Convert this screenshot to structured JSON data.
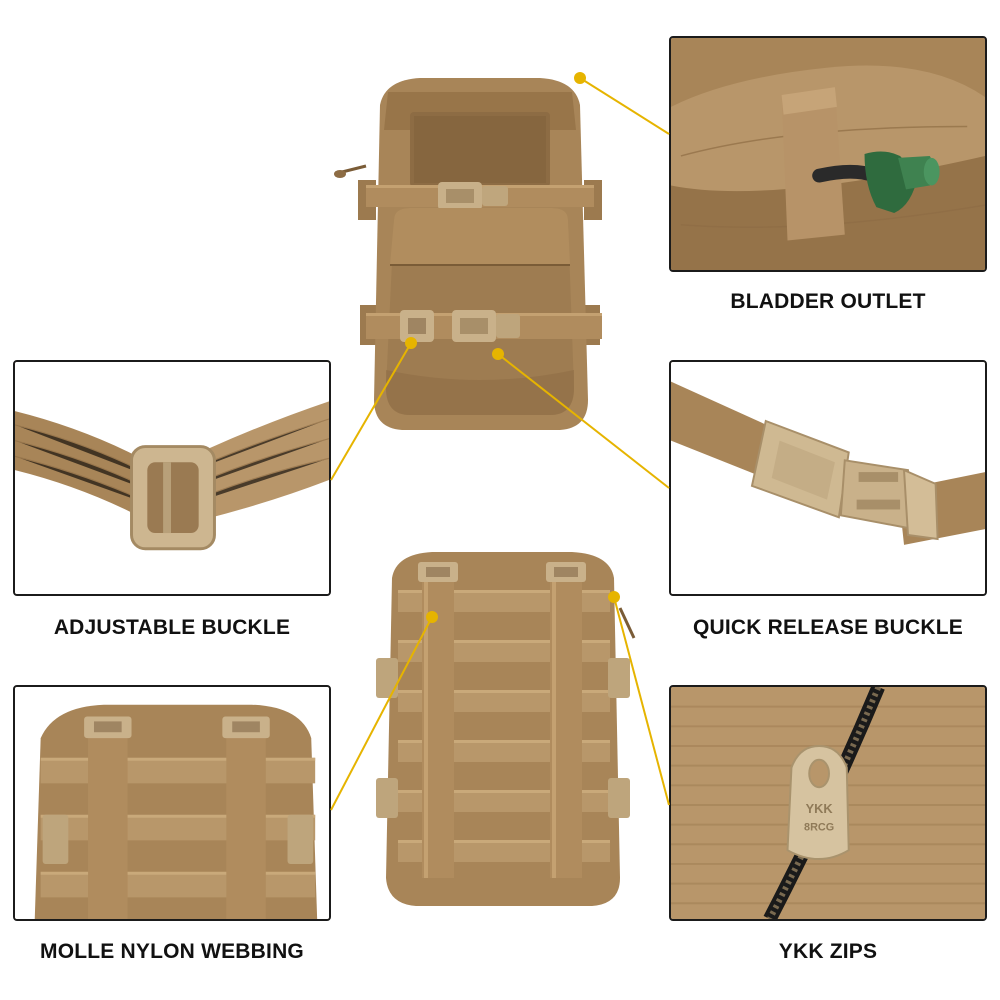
{
  "features": {
    "bladder_outlet": "BLADDER OUTLET",
    "adjustable_buckle": "ADJUSTABLE BUCKLE",
    "quick_release_buckle": "QUICK RELEASE BUCKLE",
    "molle_webbing": "MOLLE NYLON WEBBING",
    "ykk_zips": "YKK ZIPS"
  },
  "zipper_pull_text": {
    "line1": "YKK",
    "line2": "8RCG"
  },
  "colors": {
    "coyote_brown": "#a88558",
    "coyote_dark": "#7a5c37",
    "webbing": "#b8976a",
    "buckle_plastic": "#cbb48c",
    "callout_line": "#e6b400",
    "frame_border": "#1b1b1b",
    "bladder_tube_green": "#2f6b3e"
  }
}
